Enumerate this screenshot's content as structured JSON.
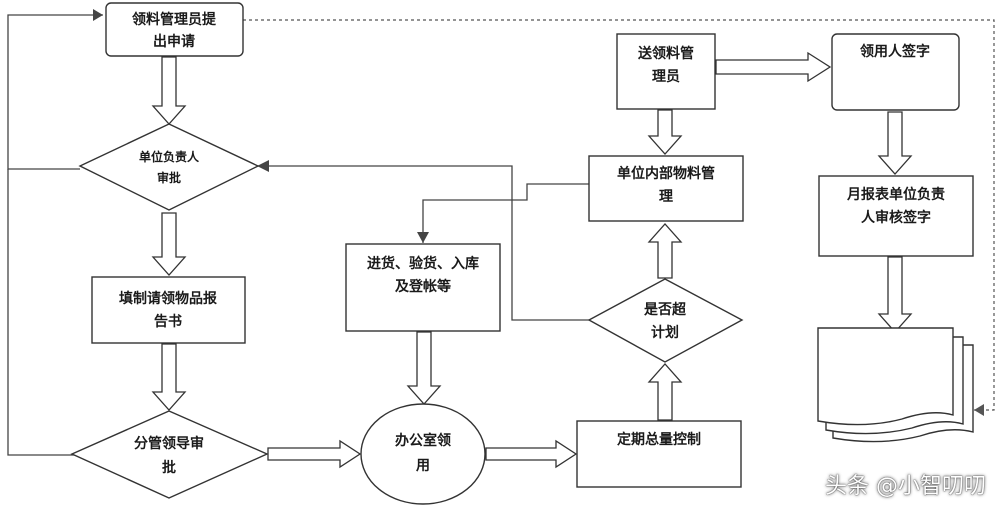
{
  "nodes": {
    "apply": [
      "领料管理员提",
      "出申请"
    ],
    "unit_head": [
      "单位负责人",
      "审批"
    ],
    "fill_report": [
      "填制请领物品报",
      "告书"
    ],
    "branch_leader": [
      "分管领导审",
      "批"
    ],
    "office_receive": [
      "办公室领",
      "用"
    ],
    "purchase": [
      "进货、验货、入库",
      "及登帐等"
    ],
    "period_control": [
      "定期总量控制"
    ],
    "over_plan": [
      "是否超",
      "计划"
    ],
    "internal_mgmt": [
      "单位内部物料管",
      "理"
    ],
    "delivery_admin": [
      "送领料管",
      "理员"
    ],
    "recipient_sign": [
      "领用人签字"
    ],
    "monthly_report": [
      "月报表单位负责",
      "人审核签字"
    ]
  },
  "watermark": "头条 @小智叨叨"
}
